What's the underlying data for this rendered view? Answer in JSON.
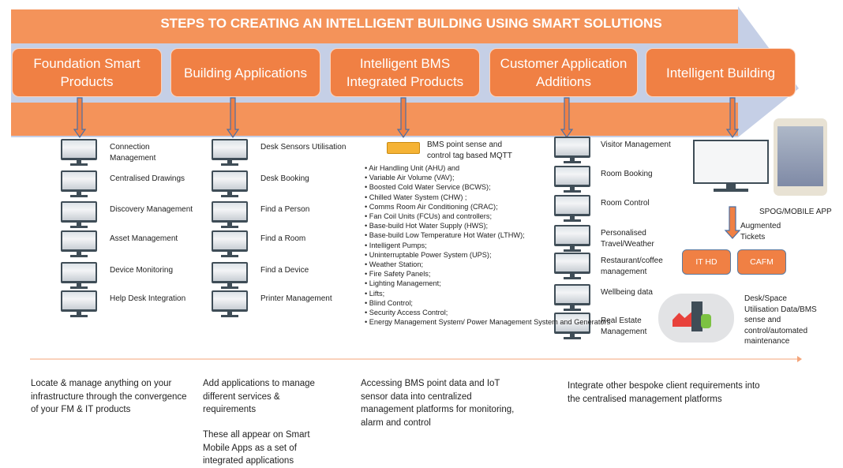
{
  "banner": {
    "title": "STEPS TO CREATING AN INTELLIGENT BUILDING USING SMART SOLUTIONS"
  },
  "steps": [
    "Foundation Smart Products",
    "Building Applications",
    "Intelligent BMS Integrated Products",
    "Customer Application Additions",
    "Intelligent Building"
  ],
  "col1": [
    "Connection Management",
    "Centralised Drawings",
    "Discovery Management",
    "Asset Management",
    "Device Monitoring",
    "Help Desk Integration"
  ],
  "col2": [
    "Desk Sensors Utilisation",
    "Desk Booking",
    "Find a Person",
    "Find a Room",
    "Find a Device",
    "Printer Management"
  ],
  "bms": {
    "heading": "BMS point sense and control tag based MQTT",
    "items": [
      "Air Handling Unit (AHU) and",
      "Variable Air Volume (VAV);",
      "Boosted Cold Water Service (BCWS);",
      "Chilled Water System (CHW) ;",
      "Comms Room Air Conditioning (CRAC);",
      "Fan Coil Units (FCUs) and controllers;",
      "Base-build Hot Water Supply (HWS);",
      "Base-build Low Temperature Hot Water (LTHW);",
      "Intelligent Pumps;",
      "Uninterruptable Power System (UPS);",
      "Weather Station;",
      "Fire Safety Panels;",
      "Lighting Management;",
      "Lifts;",
      "Blind Control;",
      "Security Access Control;",
      "Energy Management System/ Power Management System and Generators"
    ]
  },
  "col4": [
    "Visitor Management",
    "Room Booking",
    "Room Control",
    "Personalised Travel/Weather",
    "Restaurant/coffee management",
    "Wellbeing data",
    "Real Estate Management"
  ],
  "col5": {
    "spog": "SPOG/MOBILE APP",
    "augmented": "Augmented Tickets",
    "it_hd": "IT HD",
    "cafm": "CAFM",
    "cloud_text": "Desk/Space Utilisation Data/BMS sense and control/automated maintenance"
  },
  "descriptions": [
    "Locate & manage anything on your infrastructure through the convergence of your FM & IT products",
    "Add applications to manage different services & requirements",
    "These all appear on Smart Mobile Apps as a set of integrated applications",
    "Accessing BMS point data and IoT sensor data into centralized management platforms for monitoring, alarm and control",
    "Integrate other bespoke client requirements into the centralised management platforms"
  ],
  "colors": {
    "orange": "#F08044",
    "band": "#F4935A",
    "arrow": "#C5CFE6"
  }
}
